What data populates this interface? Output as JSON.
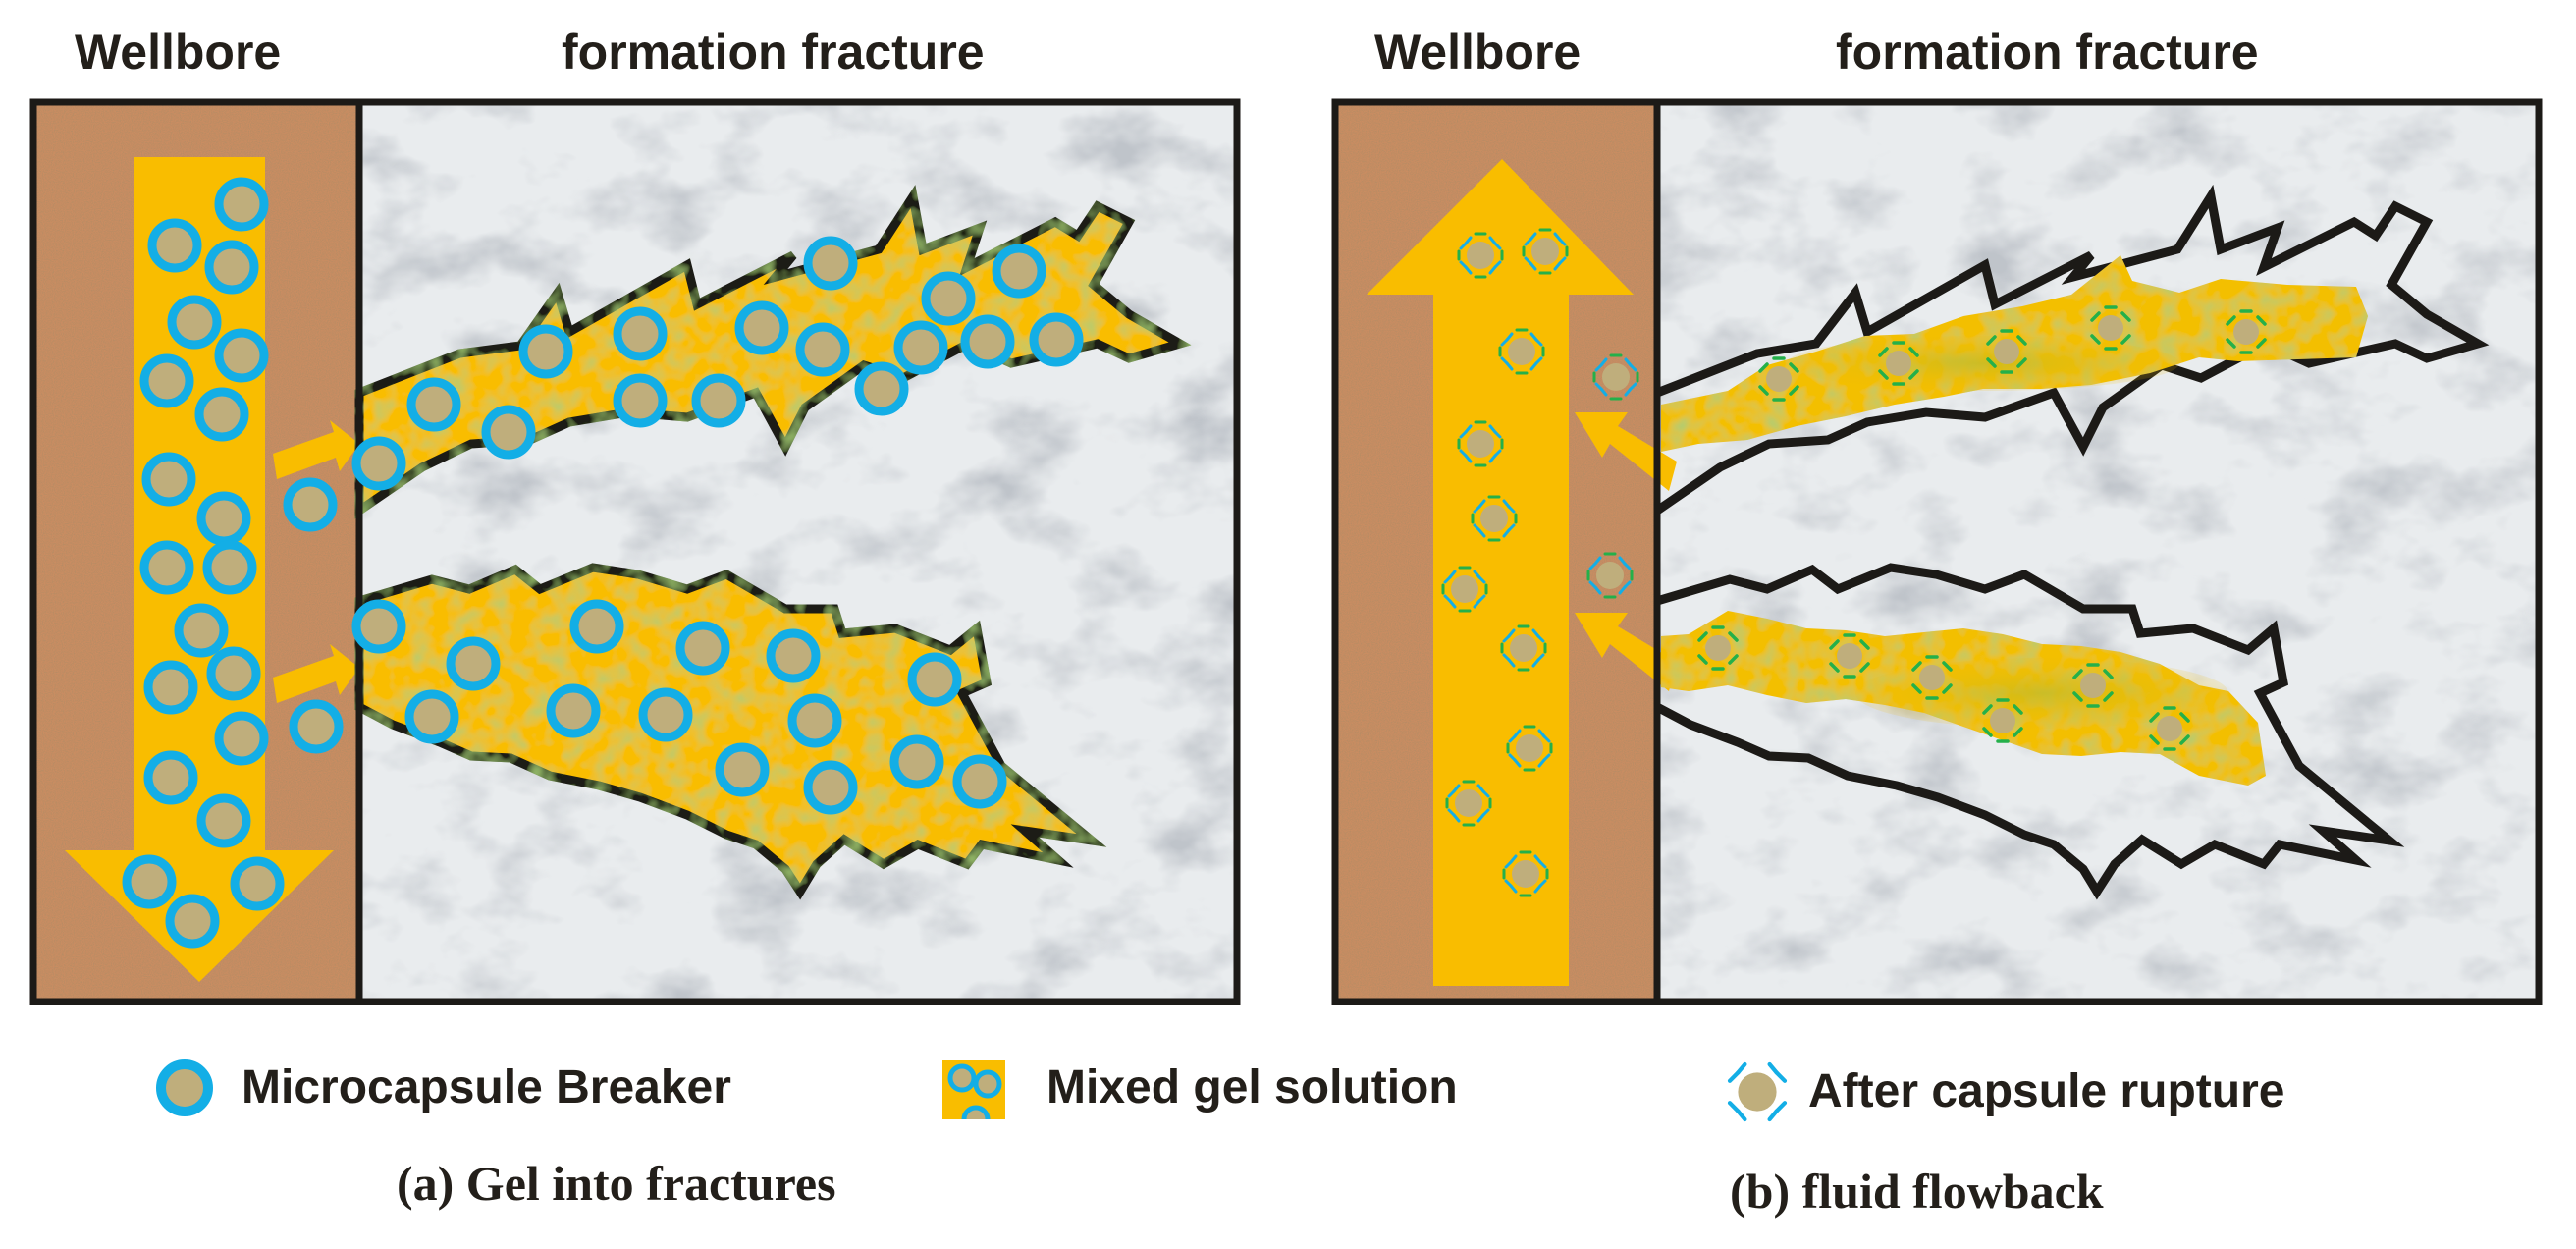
{
  "panel_a": {
    "wellbore_label": "Wellbore",
    "formation_label": "formation fracture",
    "caption": "(a) Gel into fractures"
  },
  "panel_b": {
    "wellbore_label": "Wellbore",
    "formation_label": "formation fracture",
    "caption": "(b) fluid flowback"
  },
  "legend": {
    "microcapsule": "Microcapsule Breaker",
    "gel": "Mixed gel solution",
    "rupture": "After capsule rupture"
  },
  "colors": {
    "gel": "#f9bd00",
    "gel_tint": "#cfba1e",
    "capsule_ring": "#13aee6",
    "capsule_core": "#bfae7c",
    "wellbore": "#c98d62",
    "rock": "#e7eaec",
    "outline": "#1c1a17",
    "rupture_green": "#24b04a"
  }
}
